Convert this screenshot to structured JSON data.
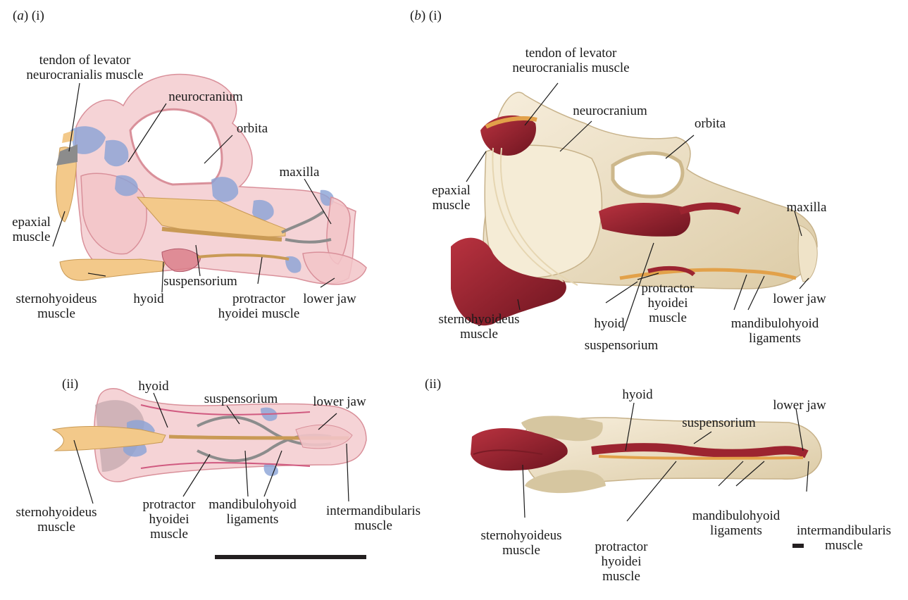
{
  "panels": {
    "a_i": "(a)  (i)",
    "a_ii": "(ii)",
    "b_i": "(b)  (i)",
    "b_ii": "(ii)"
  },
  "a_i": {
    "tendon": "tendon of levator\nneurocranialis muscle",
    "neurocranium": "neurocranium",
    "orbita": "orbita",
    "maxilla": "maxilla",
    "epaxial": "epaxial\nmuscle",
    "sternohyoideus": "sternohyoideus\nmuscle",
    "hyoid": "hyoid",
    "suspensorium": "suspensorium",
    "protractor": "protractor\nhyoidei muscle",
    "lower_jaw": "lower jaw"
  },
  "a_ii": {
    "hyoid": "hyoid",
    "suspensorium": "suspensorium",
    "lower_jaw": "lower jaw",
    "sternohyoideus": "sternohyoideus\nmuscle",
    "protractor": "protractor\nhyoidei\nmuscle",
    "mandibulohyoid": "mandibulohyoid\nligaments",
    "intermandibularis": "intermandibularis\nmuscle"
  },
  "b_i": {
    "tendon": "tendon of levator\nneurocranialis muscle",
    "neurocranium": "neurocranium",
    "orbita": "orbita",
    "epaxial": "epaxial\nmuscle",
    "maxilla": "maxilla",
    "protractor": "protractor\nhyoidei\nmuscle",
    "lower_jaw": "lower jaw",
    "sternohyoideus": "sternohyoideus\nmuscle",
    "hyoid": "hyoid",
    "suspensorium": "suspensorium",
    "mandibulohyoid": "mandibulohyoid\nligaments"
  },
  "b_ii": {
    "hyoid": "hyoid",
    "suspensorium": "suspensorium",
    "lower_jaw": "lower jaw",
    "mandibulohyoid": "mandibulohyoid\nligaments",
    "intermandibularis": "intermandibularis\nmuscle",
    "sternohyoideus": "sternohyoideus\nmuscle",
    "protractor": "protractor\nhyoidei\nmuscle"
  },
  "colors": {
    "bone_pink": "#f2c4c8",
    "bone_pink_edge": "#d9909a",
    "cartilage_blue": "#8aa3d6",
    "muscle_tan": "#f3c98a",
    "tendon_gray": "#8c8c8c",
    "bone_cream": "#efe3c8",
    "muscle_red": "#9c2430",
    "scale_bar": "#231f20"
  }
}
